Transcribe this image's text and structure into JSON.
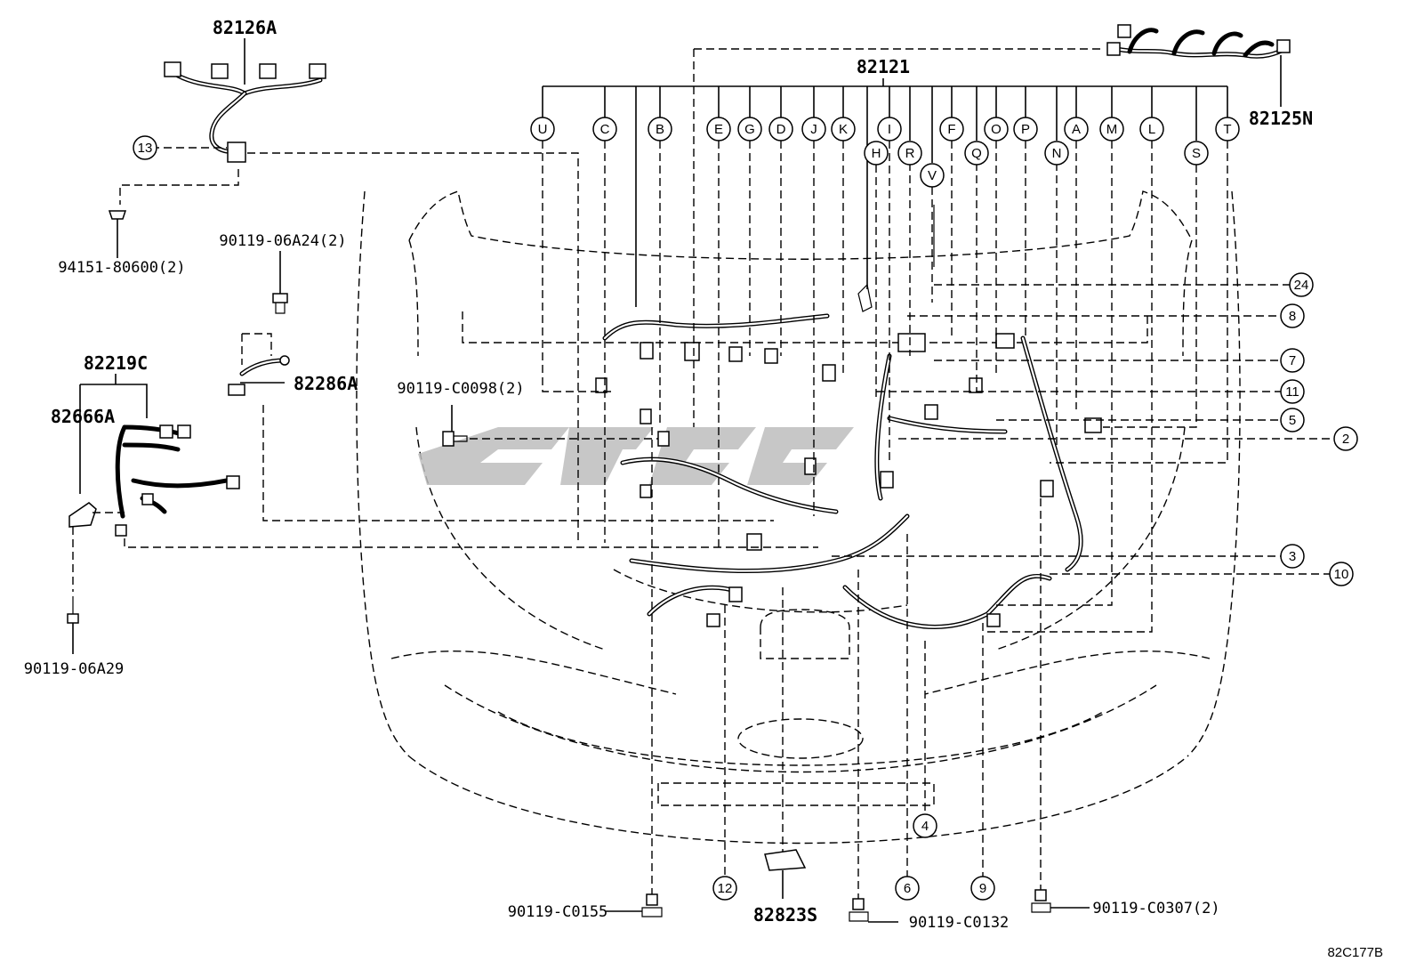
{
  "parts": {
    "p82126A": "82126A",
    "p94151": "94151-80600(2)",
    "p90119_06A24": "90119-06A24(2)",
    "p82286A": "82286A",
    "p82219C": "82219C",
    "p82666A": "82666A",
    "p90119_06A29": "90119-06A29",
    "p90119_C0098": "90119-C0098(2)",
    "p82121": "82121",
    "p82125N": "82125N",
    "p90119_C0155": "90119-C0155",
    "p82823S": "82823S",
    "p90119_C0132": "90119-C0132",
    "p90119_C0307": "90119-C0307(2)"
  },
  "letter_callouts": [
    "U",
    "C",
    "B",
    "E",
    "G",
    "D",
    "J",
    "K",
    "H",
    "I",
    "R",
    "V",
    "F",
    "Q",
    "O",
    "P",
    "N",
    "A",
    "M",
    "L",
    "S",
    "T"
  ],
  "number_callouts": {
    "c13": "13",
    "c24": "24",
    "c8": "8",
    "c7": "7",
    "c11": "11",
    "c5": "5",
    "c2": "2",
    "c3": "3",
    "c10": "10",
    "c4": "4",
    "c12": "12",
    "c6": "6",
    "c9": "9"
  },
  "diagram_code": "82C177B"
}
